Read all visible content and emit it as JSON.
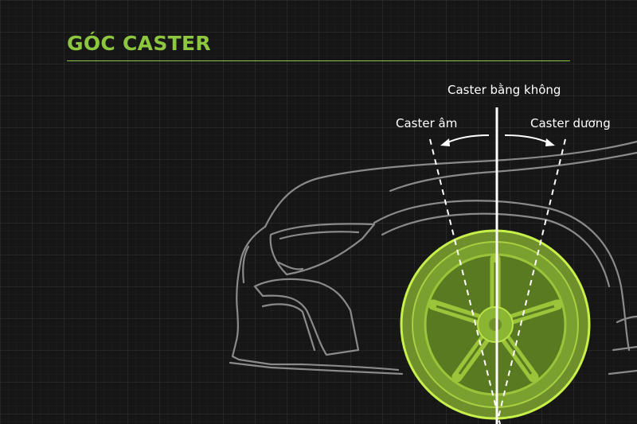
{
  "title": "GÓC CASTER",
  "labels": {
    "zero": "Caster bằng không",
    "negative": "Caster âm",
    "positive": "Caster dương"
  },
  "colors": {
    "accent": "#8dc63f",
    "background": "#161616",
    "outline": "#8a8a8a",
    "tire": "#6e8f2c",
    "wheel": "#9cc43a"
  }
}
